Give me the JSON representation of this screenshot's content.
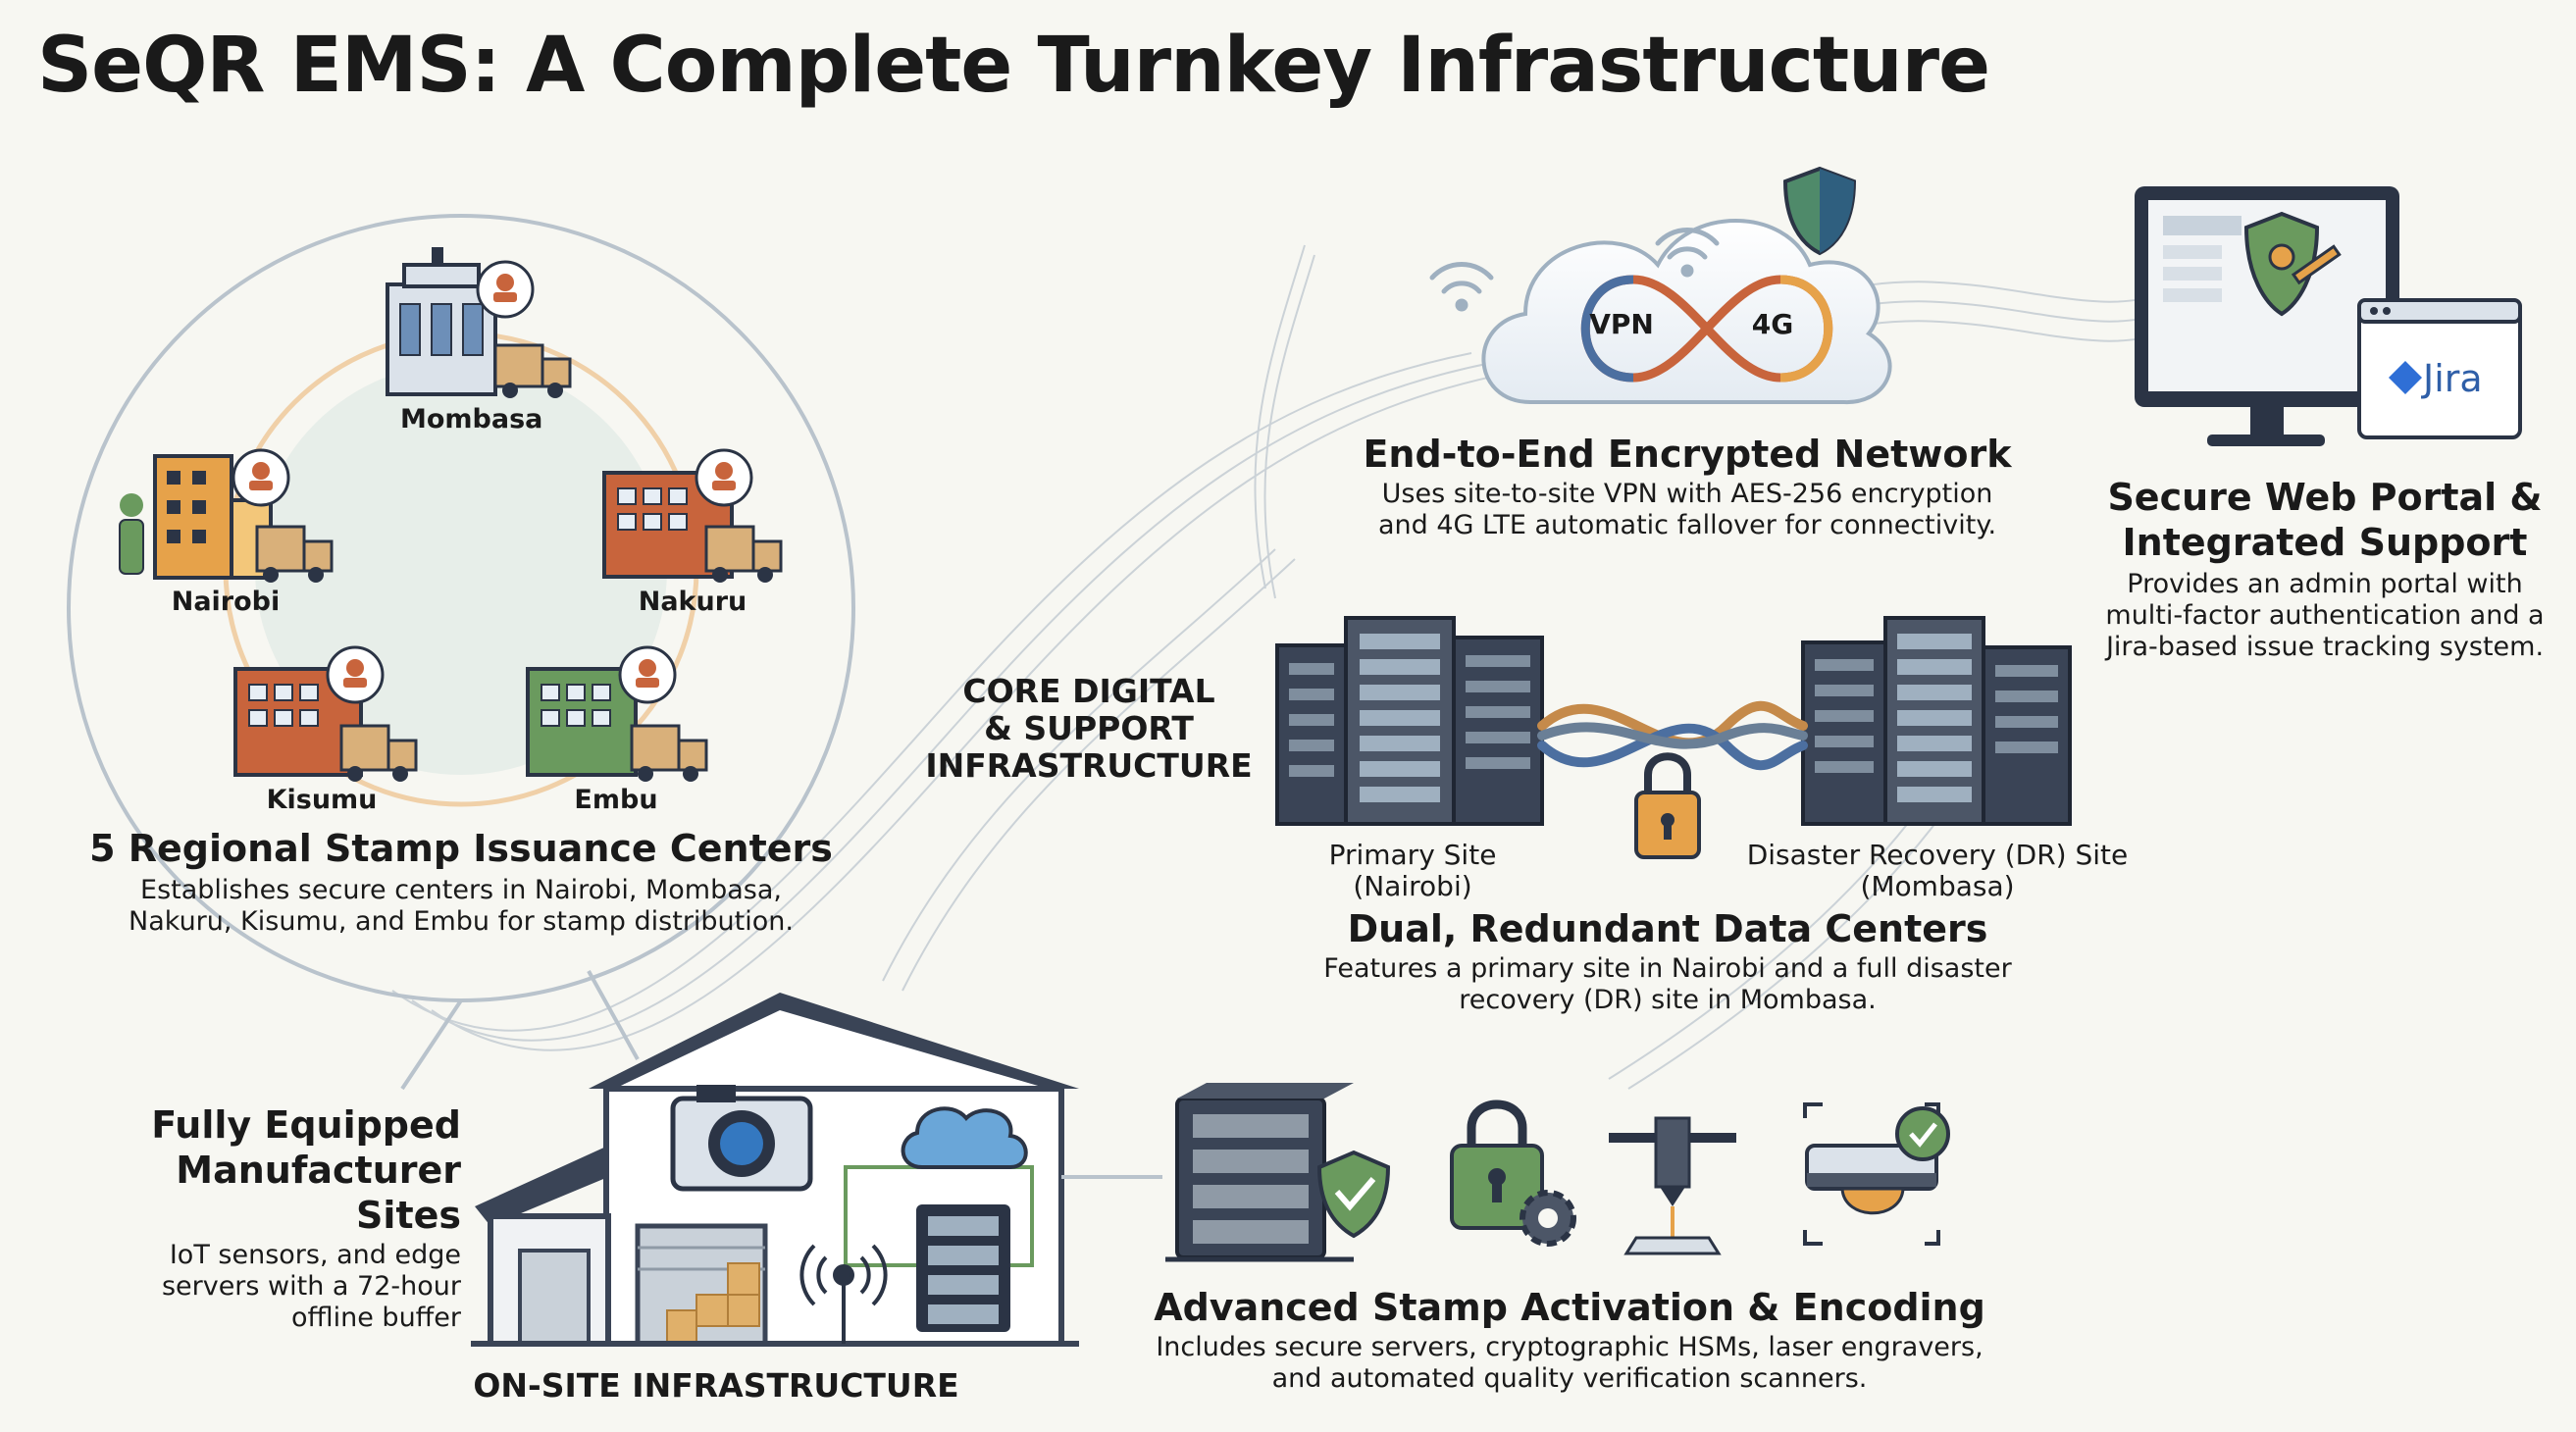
{
  "title": "SeQR EMS: A Complete Turnkey Infrastructure",
  "colors": {
    "navy": "#2b3445",
    "slate": "#4c5667",
    "orange": "#c8643c",
    "green": "#6a9a5e",
    "blue": "#3478c0",
    "gold": "#e6a24a"
  },
  "regional": {
    "cities": [
      "Mombasa",
      "Nairobi",
      "Nakuru",
      "Kisumu",
      "Embu"
    ],
    "heading": "5 Regional Stamp Issuance Centers",
    "desc": [
      "Establishes secure centers in Nairobi, Mombasa,",
      "Nakuru, Kisumu, and Embu for stamp distribution."
    ]
  },
  "network": {
    "vpn": "VPN",
    "lte": "4G",
    "heading": "End-to-End Encrypted Network",
    "desc": [
      "Uses site-to-site VPN with AES-256 encryption",
      "and 4G LTE automatic fallover for connectivity."
    ]
  },
  "portal": {
    "jira": "Jira",
    "heading": [
      "Secure Web Portal &",
      "Integrated Support"
    ],
    "desc": [
      "Provides an admin portal with",
      "multi-factor authentication and a",
      "Jira-based issue tracking system."
    ]
  },
  "core": {
    "label": [
      "CORE DIGITAL",
      "& SUPPORT",
      "INFRASTRUCTURE"
    ]
  },
  "datacenters": {
    "primary": [
      "Primary Site",
      "(Nairobi)"
    ],
    "dr": [
      "Disaster Recovery (DR) Site",
      "(Mombasa)"
    ],
    "heading": "Dual, Redundant Data Centers",
    "desc": [
      "Features a primary site in Nairobi and a full disaster",
      "recovery (DR) site in Mombasa."
    ]
  },
  "manufacturer": {
    "heading": [
      "Fully Equipped",
      "Manufacturer Sites"
    ],
    "desc": [
      "IoT sensors, and edge",
      "servers with a 72-hour",
      "offline buffer"
    ],
    "label": "ON-SITE INFRASTRUCTURE"
  },
  "activation": {
    "heading": "Advanced Stamp Activation & Encoding",
    "desc": [
      "Includes secure servers, cryptographic HSMs, laser engravers,",
      "and automated quality verification scanners."
    ]
  }
}
